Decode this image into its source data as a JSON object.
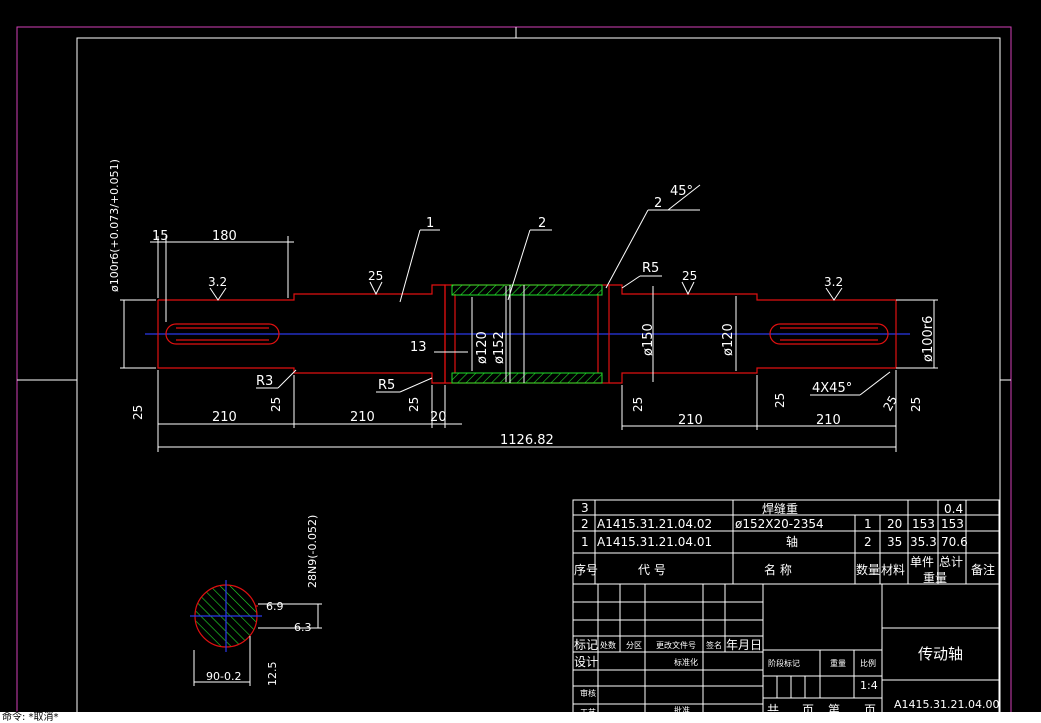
{
  "colors": {
    "outline": "#e01010",
    "frame": "#d23fb7",
    "centerline": "#2b38e8",
    "hatch": "#21e02a",
    "text": "#ffffff"
  },
  "labels": {
    "part1": "1",
    "part2": "2",
    "part2b": "2",
    "chamfer_top": "45°",
    "r5_top": "R5",
    "r3": "R3",
    "r5_bottom": "R5",
    "chamfer_right": "4X45°"
  },
  "roughness": {
    "left_key": "3.2",
    "right_key": "3.2",
    "shaft1": "25",
    "shaft2": "25",
    "left_end": "25",
    "seg1": "25",
    "seg2": "25",
    "right_seg": "25",
    "right_seg2": "25",
    "right_end1": "25",
    "right_end2": "25",
    "section_a": "12.5",
    "section_b": "6.3"
  },
  "dims": {
    "d15": "15",
    "d180": "180",
    "dia100_left": "ø100r6(+0.073/+0.051)",
    "dia120": "ø120",
    "dia152": "ø152",
    "d13": "13",
    "dia150": "ø150",
    "dia120b": "ø120",
    "dia100_right": "ø100r6",
    "b210a": "210",
    "b210b": "210",
    "b20": "20",
    "b210c": "210",
    "b210d": "210",
    "total": "1126.82",
    "sec_keyway": "28N9(-0.052)",
    "sec_6_9": "6.9",
    "sec_90": "90-0.2"
  },
  "bom": {
    "rows": [
      {
        "no": "3",
        "code": "",
        "name": "焊缝重",
        "qty": "",
        "mat": "",
        "unit": "",
        "total": "0.4"
      },
      {
        "no": "2",
        "code": "A1415.31.21.04.02",
        "name": "ø152X20-2354",
        "qty": "1",
        "mat": "20",
        "unit": "153",
        "total": "153"
      },
      {
        "no": "1",
        "code": "A1415.31.21.04.01",
        "name": "轴",
        "qty": "2",
        "mat": "35",
        "unit": "35.3",
        "total": "70.6"
      }
    ],
    "headers": {
      "no": "序号",
      "code": "代  号",
      "name": "名  称",
      "qty": "数量",
      "mat": "材料",
      "unit": "单件",
      "total": "总计",
      "weight": "重量",
      "note": "备注"
    }
  },
  "titleblock": {
    "row_mark": "标记",
    "row_count": "处数",
    "row_zone": "分区",
    "row_doc": "更改文件号",
    "row_sign": "签名",
    "row_date": "年月日",
    "design": "设计",
    "standard": "标准化",
    "stage_mark": "阶段标记",
    "weight": "重量",
    "scale": "比例",
    "review": "审核",
    "process": "工艺",
    "approve": "批准",
    "scale_value": "1:4",
    "total_sheets": "共",
    "sheet_word": "页",
    "page_no": "第",
    "sheet_word2": "页",
    "title": "传动轴",
    "drawing_no": "A1415.31.21.04.00"
  },
  "cmdline": "命令: *取消*"
}
